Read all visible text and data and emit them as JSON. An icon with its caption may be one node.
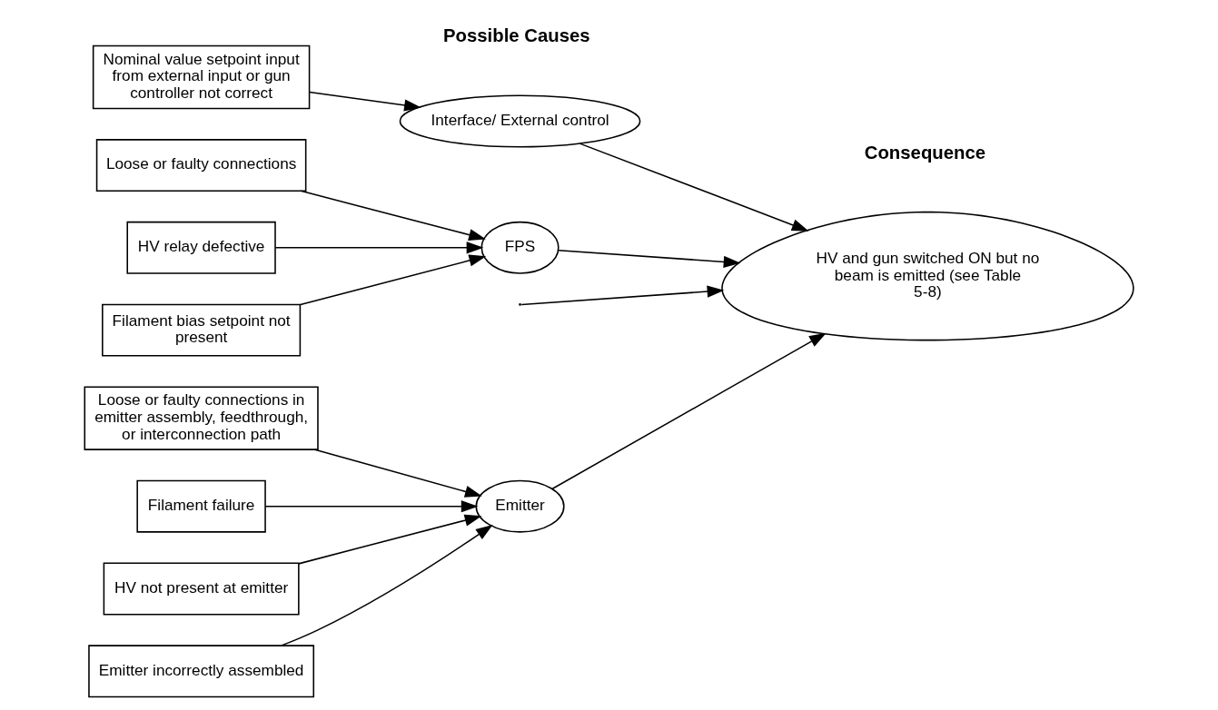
{
  "diagram": {
    "nodes": [
      {
        "text": [
          "Emitter"
        ]
      },
      {
        "text": [
          "Loose or faulty connections in emitter assembly, feedthrough, or interconnection path"
        ]
      },
      {
        "text": [
          "Filament failure"
        ]
      },
      {
        "text": [
          "HV not present at emitter"
        ]
      },
      {
        "text": [
          "Emitter incorrectly assembled"
        ]
      },
      {
        "text": [
          "Nominal value setpoint input from external input or gun controller not correct"
        ]
      },
      {
        "text": [
          "Interface/ External control"
        ]
      },
      {
        "text": [
          "Loose or faulty connections"
        ]
      },
      {
        "text": [
          "HV relay defective"
        ]
      },
      {
        "text": [
          "Filament bias setpoint not present"
        ]
      },
      {
        "text": [
          "FPS"
        ]
      },
      {
        "text": [
          "HV and gun switched ON but no beam is emitted (see Table 5-8)"
        ]
      }
    ],
    "edges": [
      {
        "from": 1,
        "to": 0,
        "arrow": "to"
      },
      {
        "from": 2,
        "to": 0,
        "arrow": "to"
      },
      {
        "from": 3,
        "to": 0,
        "arrow": "to"
      },
      {
        "from": 4,
        "to": 0,
        "arrow": "to"
      },
      {
        "from": 5,
        "to": 6,
        "arrow": "to"
      },
      {
        "from": 7,
        "to": 10,
        "arrow": "to"
      },
      {
        "from": 8,
        "to": 10,
        "arrow": "to"
      },
      {
        "from": 9,
        "to": 10,
        "arrow": "to"
      },
      {
        "from": 0,
        "to": 11,
        "arrow": "to"
      },
      {
        "from": 6,
        "to": 11,
        "arrow": "to"
      },
      {
        "from": 10,
        "to": 11,
        "arrow": "to"
      },
      {
        "from": null,
        "to": 11,
        "arrow": "to"
      }
    ],
    "labels": [
      "Possible Causes",
      "Consequence"
    ]
  }
}
